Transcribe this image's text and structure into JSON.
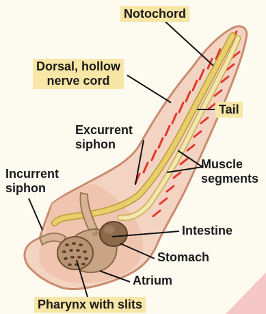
{
  "labels": {
    "notochord": "Notochord",
    "nerve_cord": "Dorsal, hollow\nnerve cord",
    "tail": "Tail",
    "excurrent_siphon": "Excurrent\nsiphon",
    "incurrent_siphon": "Incurrent\nsiphon",
    "muscle_segments": "Muscle\nsegments",
    "intestine": "Intestine",
    "stomach": "Stomach",
    "atrium": "Atrium",
    "pharynx": "Pharynx with slits"
  },
  "colors": {
    "label_box": "#f8e6a6",
    "body_outline": "#c98b6e",
    "body_fill": "#f3d4c2",
    "nerve_cord": "#e8cf6a",
    "notochord": "#f2e6b0",
    "muscle_segments": "#e2362c",
    "stomach": "#8a6a4a",
    "pharynx": "#b79273"
  }
}
